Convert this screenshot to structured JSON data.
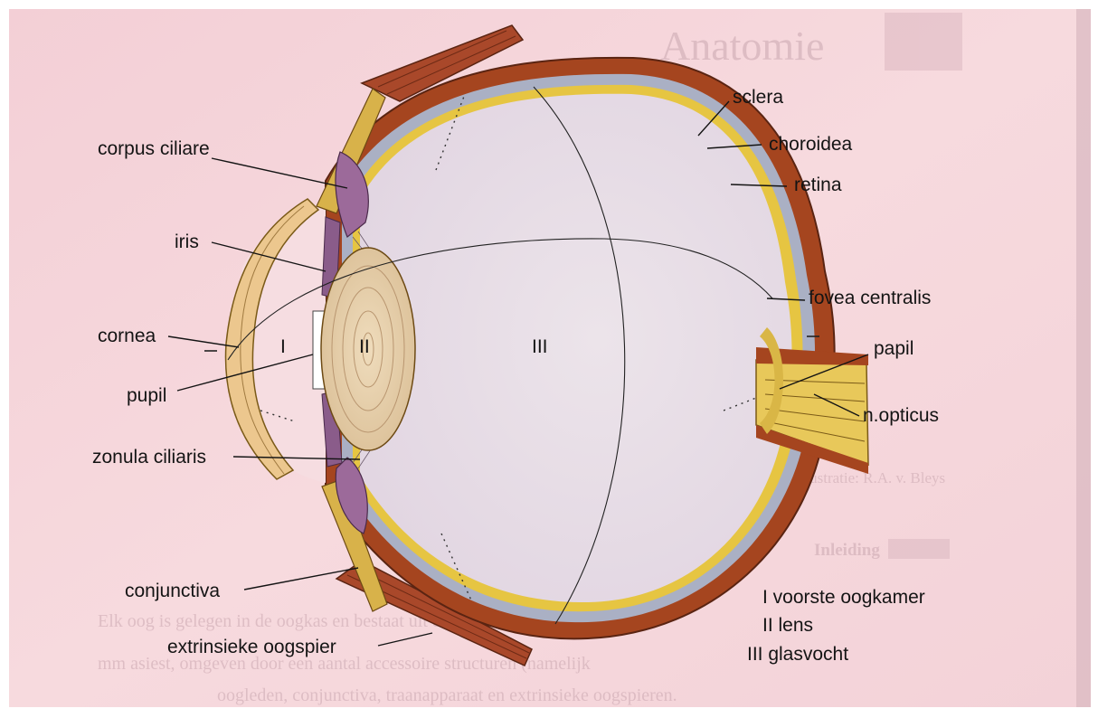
{
  "labels": {
    "corpus_ciliare": "corpus ciliare",
    "iris": "iris",
    "cornea": "cornea",
    "pupil": "pupil",
    "zonula_ciliaris": "zonula ciliaris",
    "conjunctiva": "conjunctiva",
    "extrinsieke_oogspier": "extrinsieke oogspier",
    "sclera": "sclera",
    "choroidea": "choroidea",
    "retina": "retina",
    "fovea_centralis": "fovea centralis",
    "papil": "papil",
    "n_opticus": "n.opticus"
  },
  "chamber_marks": {
    "I": "I",
    "II": "II",
    "III": "III"
  },
  "legend": [
    "I voorste oogkamer",
    "II lens",
    "III glasvocht"
  ],
  "background_page": {
    "heading": "Anatomie",
    "section": "Inleiding",
    "credit": "Illustratie: R.A. v. Bleys",
    "body_lines": [
      "Elk oog is gelegen in de oogkas en bestaat uit een bol van circa zes",
      "mm asiest, omgeven door een aantal accessoire structuren (namelijk",
      "oogleden, conjunctiva, traanapparaat en extrinsieke oogspieren."
    ]
  },
  "colors": {
    "page": "#f6d9de",
    "sclera": "#9c3f24",
    "choroid": "#a9aec2",
    "retina": "#e6c542",
    "vitreous": "#e9dfe6",
    "lens": "#e4cea7",
    "cornea": "#ecc78e",
    "iris": "#8a5c8a"
  }
}
